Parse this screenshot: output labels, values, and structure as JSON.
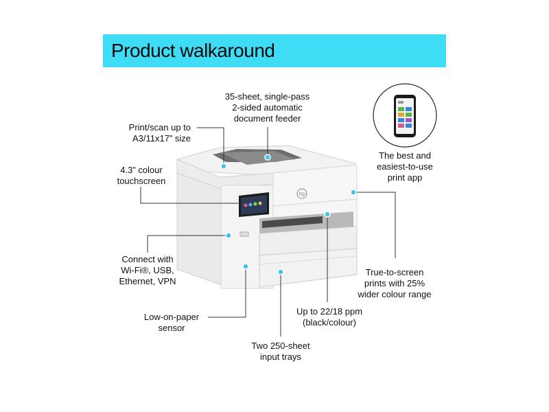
{
  "title": "Product walkaround",
  "colors": {
    "banner": "#3fdcf5",
    "callout_dot": "#3fc6e6"
  },
  "callouts": {
    "feeder": [
      "35-sheet, single-pass",
      "2-sided automatic",
      "document feeder"
    ],
    "print_scan": [
      "Print/scan up to",
      "A3/11x17” size"
    ],
    "touchscreen": [
      "4.3” colour",
      "touchscreen"
    ],
    "connect": [
      "Connect with",
      "Wi-Fi®, USB,",
      "Ethernet, VPN"
    ],
    "low_paper": [
      "Low-on-paper",
      "sensor"
    ],
    "trays": [
      "Two 250-sheet",
      "input trays"
    ],
    "speed": [
      "Up to 22/18 ppm",
      "(black/colour)"
    ],
    "true_screen": [
      "True-to-screen",
      "prints with 25%",
      "wider colour range"
    ],
    "app": [
      "The best and",
      "easiest-to-use",
      "print app"
    ]
  },
  "printer": {
    "brand_logo": "hp"
  }
}
